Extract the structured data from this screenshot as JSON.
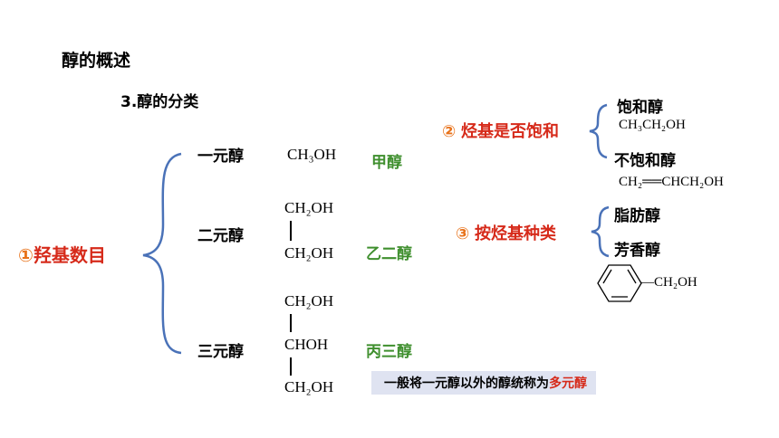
{
  "page_title": "醇的概述",
  "section_title": "3.醇的分类",
  "class1": {
    "marker": "①",
    "label": "羟基数目",
    "items": [
      {
        "name": "一元醇",
        "formula": [
          "CH₃OH"
        ],
        "compound": "甲醇"
      },
      {
        "name": "二元醇",
        "formula": [
          "CH₂OH",
          "CH₂OH"
        ],
        "compound": "乙二醇"
      },
      {
        "name": "三元醇",
        "formula": [
          "CH₂OH",
          "CHOH",
          "CH₂OH"
        ],
        "compound": "丙三醇"
      }
    ],
    "note_prefix": "一般将一元醇以外的醇统称为",
    "note_highlight": "多元醇"
  },
  "class2": {
    "marker": "②",
    "label": "烃基是否饱和",
    "items": [
      {
        "name": "饱和醇",
        "formula": "CH₃CH₂OH"
      },
      {
        "name": "不饱和醇",
        "formula": "CH₂══CHCH₂OH"
      }
    ]
  },
  "class3": {
    "marker": "③",
    "label": "按烃基种类",
    "items": [
      {
        "name": "脂肪醇"
      },
      {
        "name": "芳香醇",
        "formula": "—CH₂OH"
      }
    ]
  },
  "colors": {
    "accent_red": "#d62a1a",
    "marker_orange": "#e8721a",
    "compound_green": "#3f8f2e",
    "bracket_blue": "#4a72b8",
    "note_bg": "#dfe3f1"
  }
}
